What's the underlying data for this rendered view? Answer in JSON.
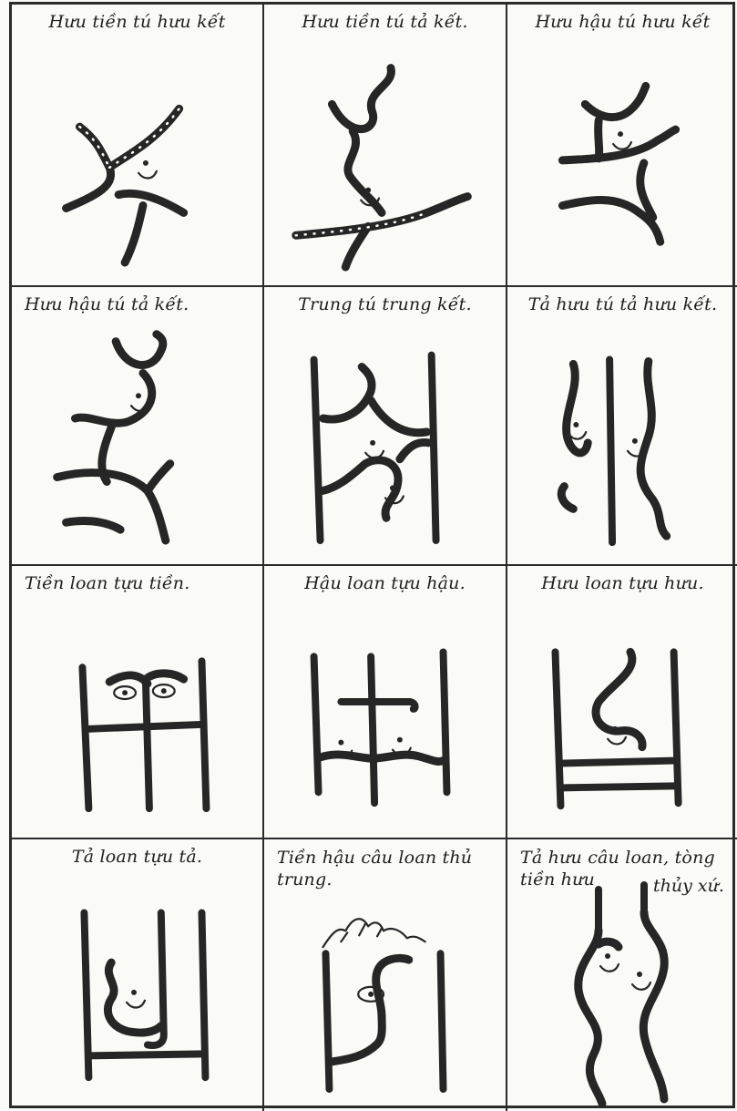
{
  "plate": {
    "rows": 4,
    "cols": 3,
    "cells": [
      {
        "caption": "Hưu tiền tú hưu kết"
      },
      {
        "caption": "Hưu tiền tú tả kết."
      },
      {
        "caption": "Hưu hậu tú hưu kết"
      },
      {
        "caption": "Hưu hậu tú tả kết."
      },
      {
        "caption": "Trung tú trung kết."
      },
      {
        "caption": "Tả hưu tú tả hưu kết."
      },
      {
        "caption": "Tiền loan tựu tiền."
      },
      {
        "caption": "Hậu loan tựu hậu."
      },
      {
        "caption": "Hưu loan tựu hưu."
      },
      {
        "caption": "Tả loan tựu tả."
      },
      {
        "caption": "Tiền hậu câu loan thủ trung."
      },
      {
        "caption": "Tả hưu câu loan, tòng tiền hưu",
        "extra": "thủy xứ."
      }
    ]
  },
  "style": {
    "ink_color": "#262626",
    "paper_color": "#fafaf7"
  }
}
